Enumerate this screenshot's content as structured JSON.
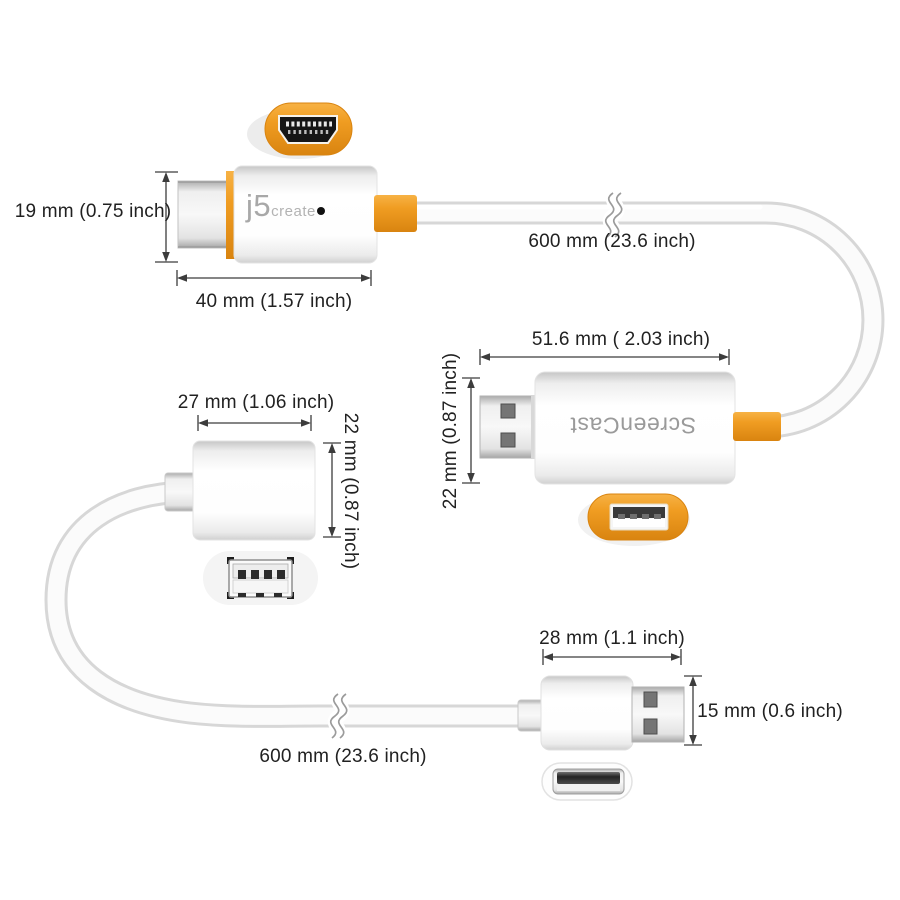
{
  "colors": {
    "background": "#FFFFFF",
    "accent_orange": "#F09D22",
    "accent_orange_dark": "#DD8410",
    "dimension_text": "#212121",
    "logo_gray": "#A8A8A8",
    "screencast_text_gray": "#9A9A9A",
    "cable_outline": "#D7D7D7"
  },
  "icons": {
    "hdmi_port_face": "hdmi-port-icon",
    "usb_a_port_face": "usb-a-port-icon",
    "usb_a_socket_face": "usb-a-socket-icon",
    "usb_a_plug_face": "usb-a-plug-face-icon",
    "cable_break": "cable-break-icon"
  },
  "hdmi_adapter": {
    "brand": "j5",
    "brand_suffix": "create",
    "height_label": "19 mm (0.75 inch)",
    "width_label": "40 mm (1.57 inch)"
  },
  "hdmi_cable": {
    "length_label": "600 mm (23.6 inch)"
  },
  "screencast_dongle": {
    "label": "ScreenCast",
    "width_label": "51.6 mm ( 2.03 inch)",
    "height_label": "22 mm (0.87 inch)"
  },
  "usb_extension_socket": {
    "width_label": "27 mm (1.06 inch)",
    "height_label": "22 mm (0.87 inch)"
  },
  "usb_plug": {
    "width_label": "28 mm (1.1 inch)",
    "height_label": "15 mm (0.6 inch)"
  },
  "usb_cable": {
    "length_label": "600 mm (23.6 inch)"
  }
}
